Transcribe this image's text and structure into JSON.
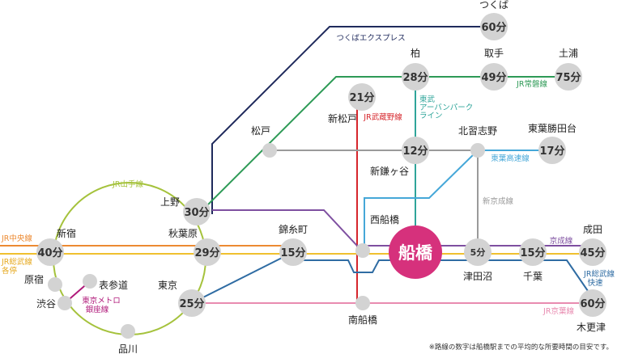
{
  "hub": "船橋",
  "note": "※路線の数字は船橋駅までの平均的な所要時間の目安です。",
  "colors": {
    "tsukuba": "#1f2a5c",
    "joban": "#2d9a56",
    "yamanote": "#a5c23c",
    "chuo": "#ec8a32",
    "sobu": "#f0c02f",
    "musashino": "#d6262c",
    "tobu": "#2fa59a",
    "shinkeisei": "#9a9a9a",
    "toyo": "#45a7d8",
    "keisei": "#7e4fa0",
    "keiyo": "#e88bb0",
    "tozai": "#2f6ca3",
    "metro": "#b0197a",
    "hub": "#d6317c",
    "station": "#d3d3d3"
  },
  "lines": {
    "tsukuba": "つくばエクスプレス",
    "joban": "JR常磐線",
    "yamanote": "JR山手線",
    "chuo": "JR中央線",
    "sobu": "JR総武線",
    "sobu2": "各停",
    "musashino": "JR武蔵野線",
    "tobu1": "東武",
    "tobu2": "アーバンパーク",
    "tobu3": "ライン",
    "toyo": "東葉高速線",
    "shinkeisei": "新京成線",
    "keisei": "京成線",
    "sobu_rapid1": "JR総武線",
    "sobu_rapid2": "快速",
    "keiyo": "JR京葉線",
    "metro1": "東京メトロ",
    "metro2": "銀座線"
  },
  "stations": {
    "tsukuba": {
      "name": "つくば",
      "time": "60分"
    },
    "kashiwa": {
      "name": "柏",
      "time": "28分"
    },
    "toride": {
      "name": "取手",
      "time": "49分"
    },
    "tsuchiura": {
      "name": "土浦",
      "time": "75分"
    },
    "shinmatsudo": {
      "name": "新松戸",
      "time": "21分"
    },
    "matsudo": {
      "name": "松戸"
    },
    "shinkamagaya": {
      "name": "新鎌ヶ谷",
      "time": "12分"
    },
    "narashinodai": {
      "name": "北習志野"
    },
    "toyokatsutadai": {
      "name": "東葉勝田台",
      "time": "17分"
    },
    "ueno": {
      "name": "上野",
      "time": "30分"
    },
    "kinshicho": {
      "name": "錦糸町",
      "time": "15分"
    },
    "nishifunabashi": {
      "name": "西船橋"
    },
    "shinjuku": {
      "name": "新宿",
      "time": "40分"
    },
    "akihabara": {
      "name": "秋葉原",
      "time": "29分"
    },
    "tsudanuma": {
      "name": "津田沼",
      "time": "5分"
    },
    "chiba": {
      "name": "千葉",
      "time": "15分"
    },
    "narita": {
      "name": "成田",
      "time": "45分"
    },
    "harajuku": {
      "name": "原宿"
    },
    "omotesando": {
      "name": "表参道"
    },
    "shibuya": {
      "name": "渋谷"
    },
    "tokyo": {
      "name": "東京",
      "time": "25分"
    },
    "minamifunabashi": {
      "name": "南船橋"
    },
    "kisarazu": {
      "name": "木更津",
      "time": "60分"
    },
    "shinagawa": {
      "name": "品川"
    }
  }
}
